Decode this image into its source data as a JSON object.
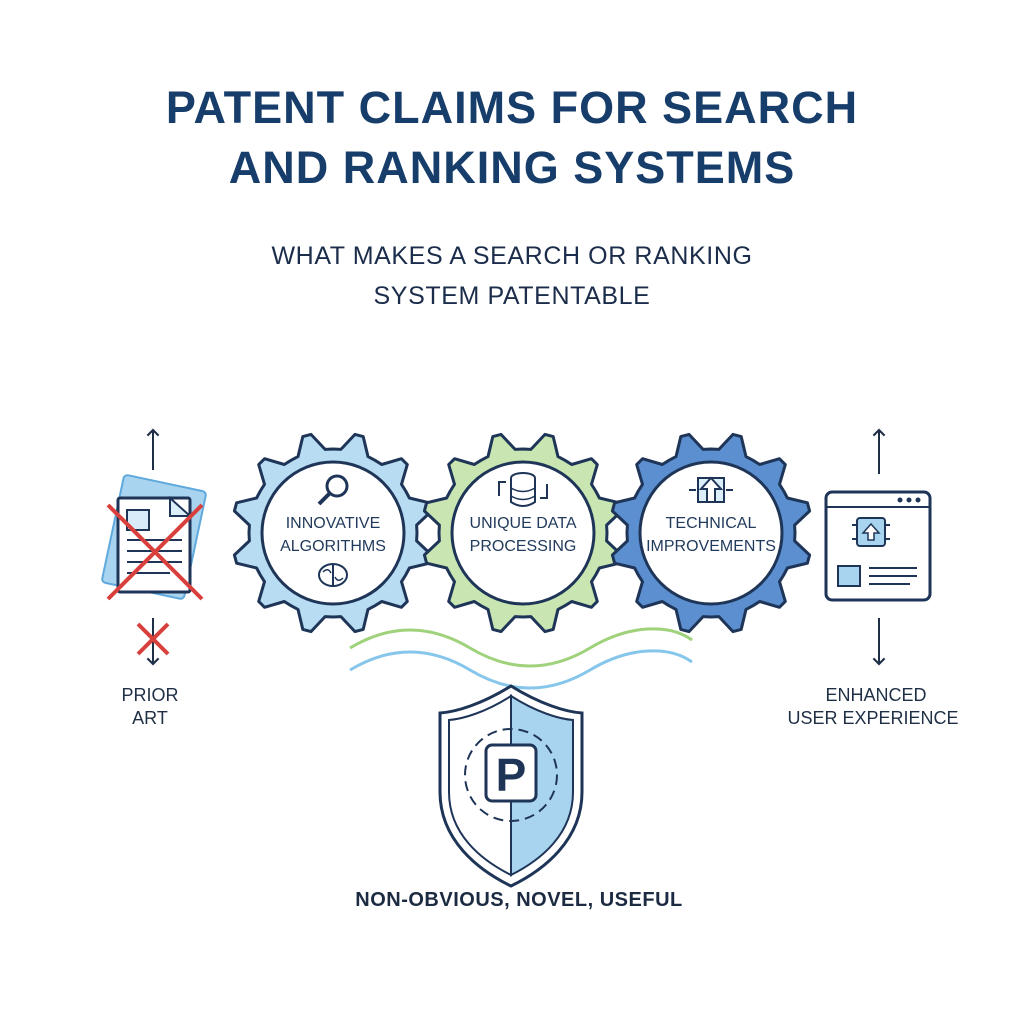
{
  "title": {
    "line1": "PATENT CLAIMS FOR SEARCH",
    "line2": "AND RANKING SYSTEMS"
  },
  "subtitle": {
    "line1": "WHAT MAKES A SEARCH OR RANKING",
    "line2": "SYSTEM PATENTABLE"
  },
  "gears": [
    {
      "line1": "INNOVATIVE",
      "line2": "ALGORITHMS",
      "icon": "magnifier-icon",
      "icon2": "brain-icon",
      "fill": "#b8dcf2",
      "rim": "#6fb3df"
    },
    {
      "line1": "UNIQUE DATA",
      "line2": "PROCESSING",
      "icon": "database-icon",
      "fill": "#c9e6b2",
      "rim": "#8cc86b"
    },
    {
      "line1": "TECHNICAL",
      "line2": "IMPROVEMENTS",
      "icon": "upload-arrow-icon",
      "fill": "#5c8fd0",
      "rim": "#2d5fa8"
    }
  ],
  "prior_art": {
    "line1": "PRIOR",
    "line2": "ART",
    "icon": "crossed-document-icon"
  },
  "user_experience": {
    "line1": "ENHANCED",
    "line2": "USER EXPERIENCE",
    "icon": "browser-window-icon"
  },
  "shield": {
    "letter": "P",
    "icon": "patent-shield-icon"
  },
  "bottom_label": "NON-OBVIOUS, NOVEL, USEFUL",
  "colors": {
    "navy": "#173d6b",
    "light_blue": "#b8dcf2",
    "green": "#c9e6b2",
    "blue": "#5c8fd0",
    "red": "#d8403d"
  }
}
